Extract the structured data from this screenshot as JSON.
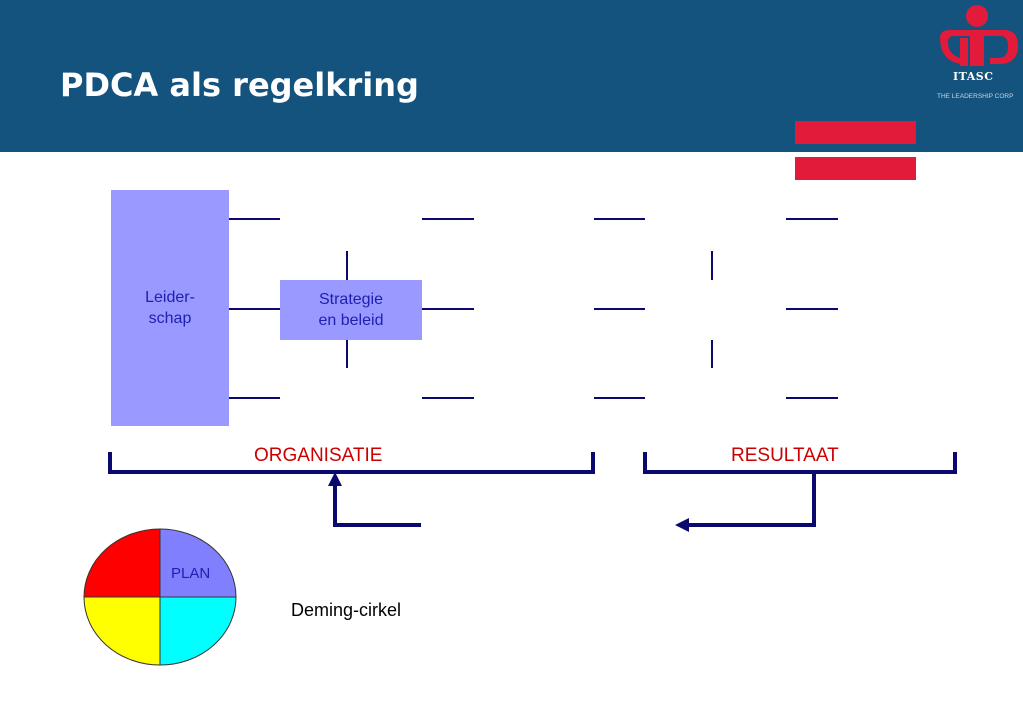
{
  "slide": {
    "title": "PDCA als regelkring"
  },
  "logo": {
    "name": "ITASC",
    "tagline": "THE LEADERSHIP CORP",
    "icon": "itasc-logo-icon"
  },
  "diagram": {
    "leiderschap": {
      "line1": "Leider-",
      "line2": "schap"
    },
    "strategie": {
      "line1": "Strategie",
      "line2": "en beleid"
    },
    "organisatie_label": "ORGANISATIE",
    "resultaat_label": "RESULTAAT"
  },
  "deming": {
    "label": "Deming-cirkel",
    "plan_label": "PLAN",
    "colors": {
      "plan": "#8080ff",
      "do": "#00ffff",
      "check": "#ffff00",
      "act": "#ff0000"
    }
  },
  "colors": {
    "header": "#13537e",
    "accent_red": "#e31b3a",
    "box_fill": "#9999ff",
    "line": "#0a0a6e",
    "label_red": "#cc0000"
  }
}
